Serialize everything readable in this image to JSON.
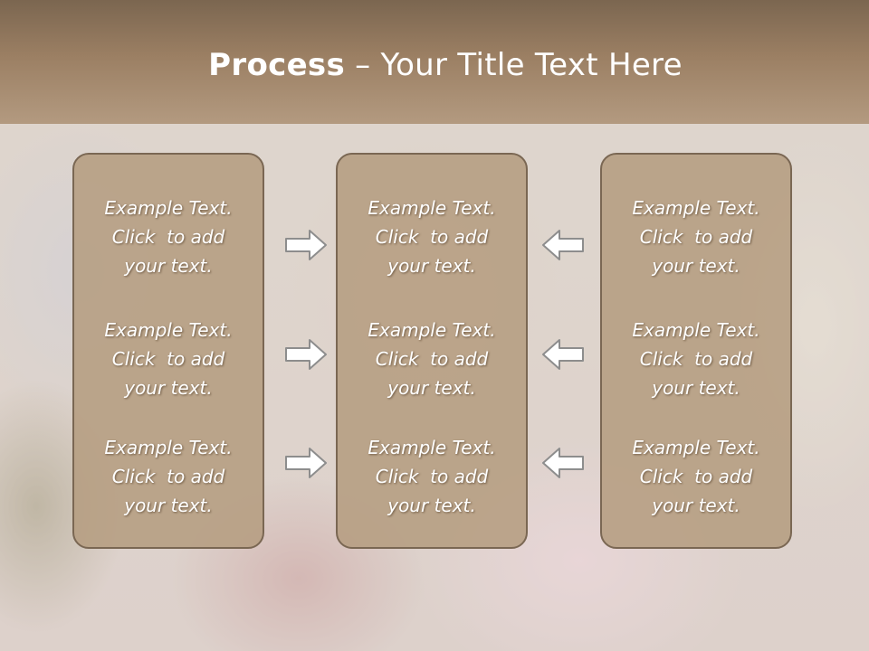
{
  "title": {
    "bold": "Process",
    "rest": " – Your Title Text Here"
  },
  "columns": [
    {
      "blocks": [
        {
          "line1": "Example Text.",
          "line2": "Click  to add",
          "line3": "your text."
        },
        {
          "line1": "Example Text.",
          "line2": "Click  to add",
          "line3": "your text."
        },
        {
          "line1": "Example Text.",
          "line2": "Click  to add",
          "line3": "your text."
        }
      ]
    },
    {
      "blocks": [
        {
          "line1": "Example Text.",
          "line2": "Click  to add",
          "line3": "your text."
        },
        {
          "line1": "Example Text.",
          "line2": "Click  to add",
          "line3": "your text."
        },
        {
          "line1": "Example Text.",
          "line2": "Click  to add",
          "line3": "your text."
        }
      ]
    },
    {
      "blocks": [
        {
          "line1": "Example Text.",
          "line2": "Click  to add",
          "line3": "your text."
        },
        {
          "line1": "Example Text.",
          "line2": "Click  to add",
          "line3": "your text."
        },
        {
          "line1": "Example Text.",
          "line2": "Click  to add",
          "line3": "your text."
        }
      ]
    }
  ],
  "arrows": {
    "left_group": "arrow-right-icon",
    "right_group": "arrow-left-icon"
  },
  "colors": {
    "header_dark": "#7b6650",
    "header_light": "#b39a80",
    "box_fill": "#b59d81",
    "box_border": "#7a6753",
    "text": "#ffffff"
  }
}
